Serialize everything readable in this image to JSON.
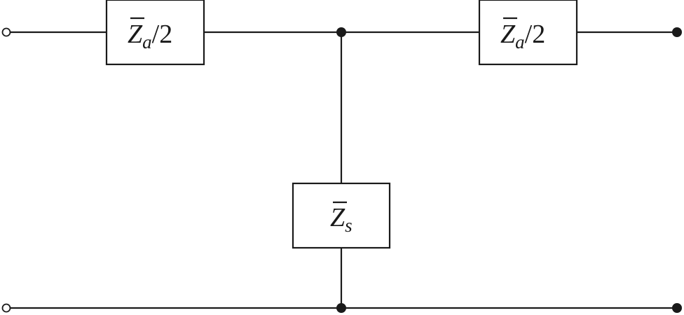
{
  "diagram": {
    "components": {
      "left_series": {
        "symbol": "Z",
        "subscript": "a",
        "suffix": "/2"
      },
      "right_series": {
        "symbol": "Z",
        "subscript": "a",
        "suffix": "/2"
      },
      "shunt": {
        "symbol": "Z",
        "subscript": "s",
        "suffix": ""
      }
    },
    "colors": {
      "line": "#1a1a1a",
      "background": "#ffffff"
    }
  }
}
